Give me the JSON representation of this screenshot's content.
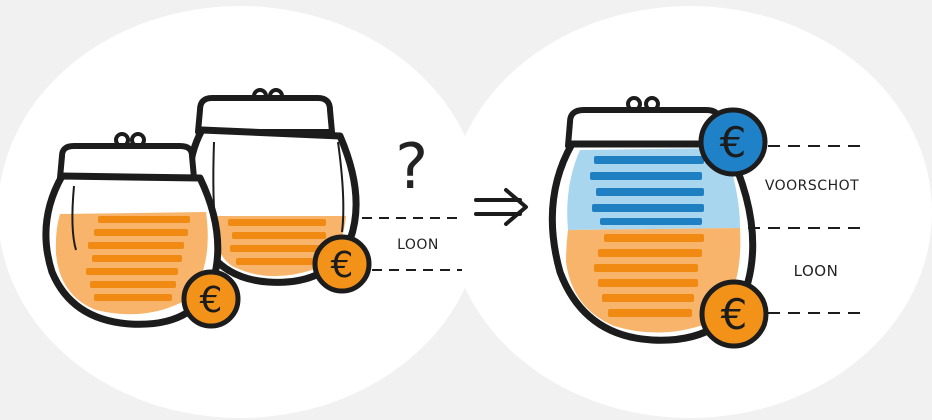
{
  "colors": {
    "background": "#f1f1f1",
    "circle": "#ffffff",
    "outline": "#1c1c1c",
    "orange_fill": "#f7b46a",
    "orange_bar": "#f08a12",
    "blue_fill": "#a9d6ef",
    "blue_bar": "#1f7fc3",
    "coin_orange": "#f39218",
    "coin_blue": "#1f82c8"
  },
  "left": {
    "question_mark": "?",
    "loon_label": "LOON",
    "coin_symbol": "€",
    "icons": [
      "purse-icon",
      "purse-icon",
      "euro-coin-icon",
      "euro-coin-icon"
    ]
  },
  "arrow": {
    "icon": "double-arrow-right-icon"
  },
  "right": {
    "voorschot_label": "VOORSCHOT",
    "loon_label": "LOON",
    "coin_symbol": "€",
    "icons": [
      "purse-icon",
      "euro-coin-icon",
      "euro-coin-icon"
    ]
  }
}
